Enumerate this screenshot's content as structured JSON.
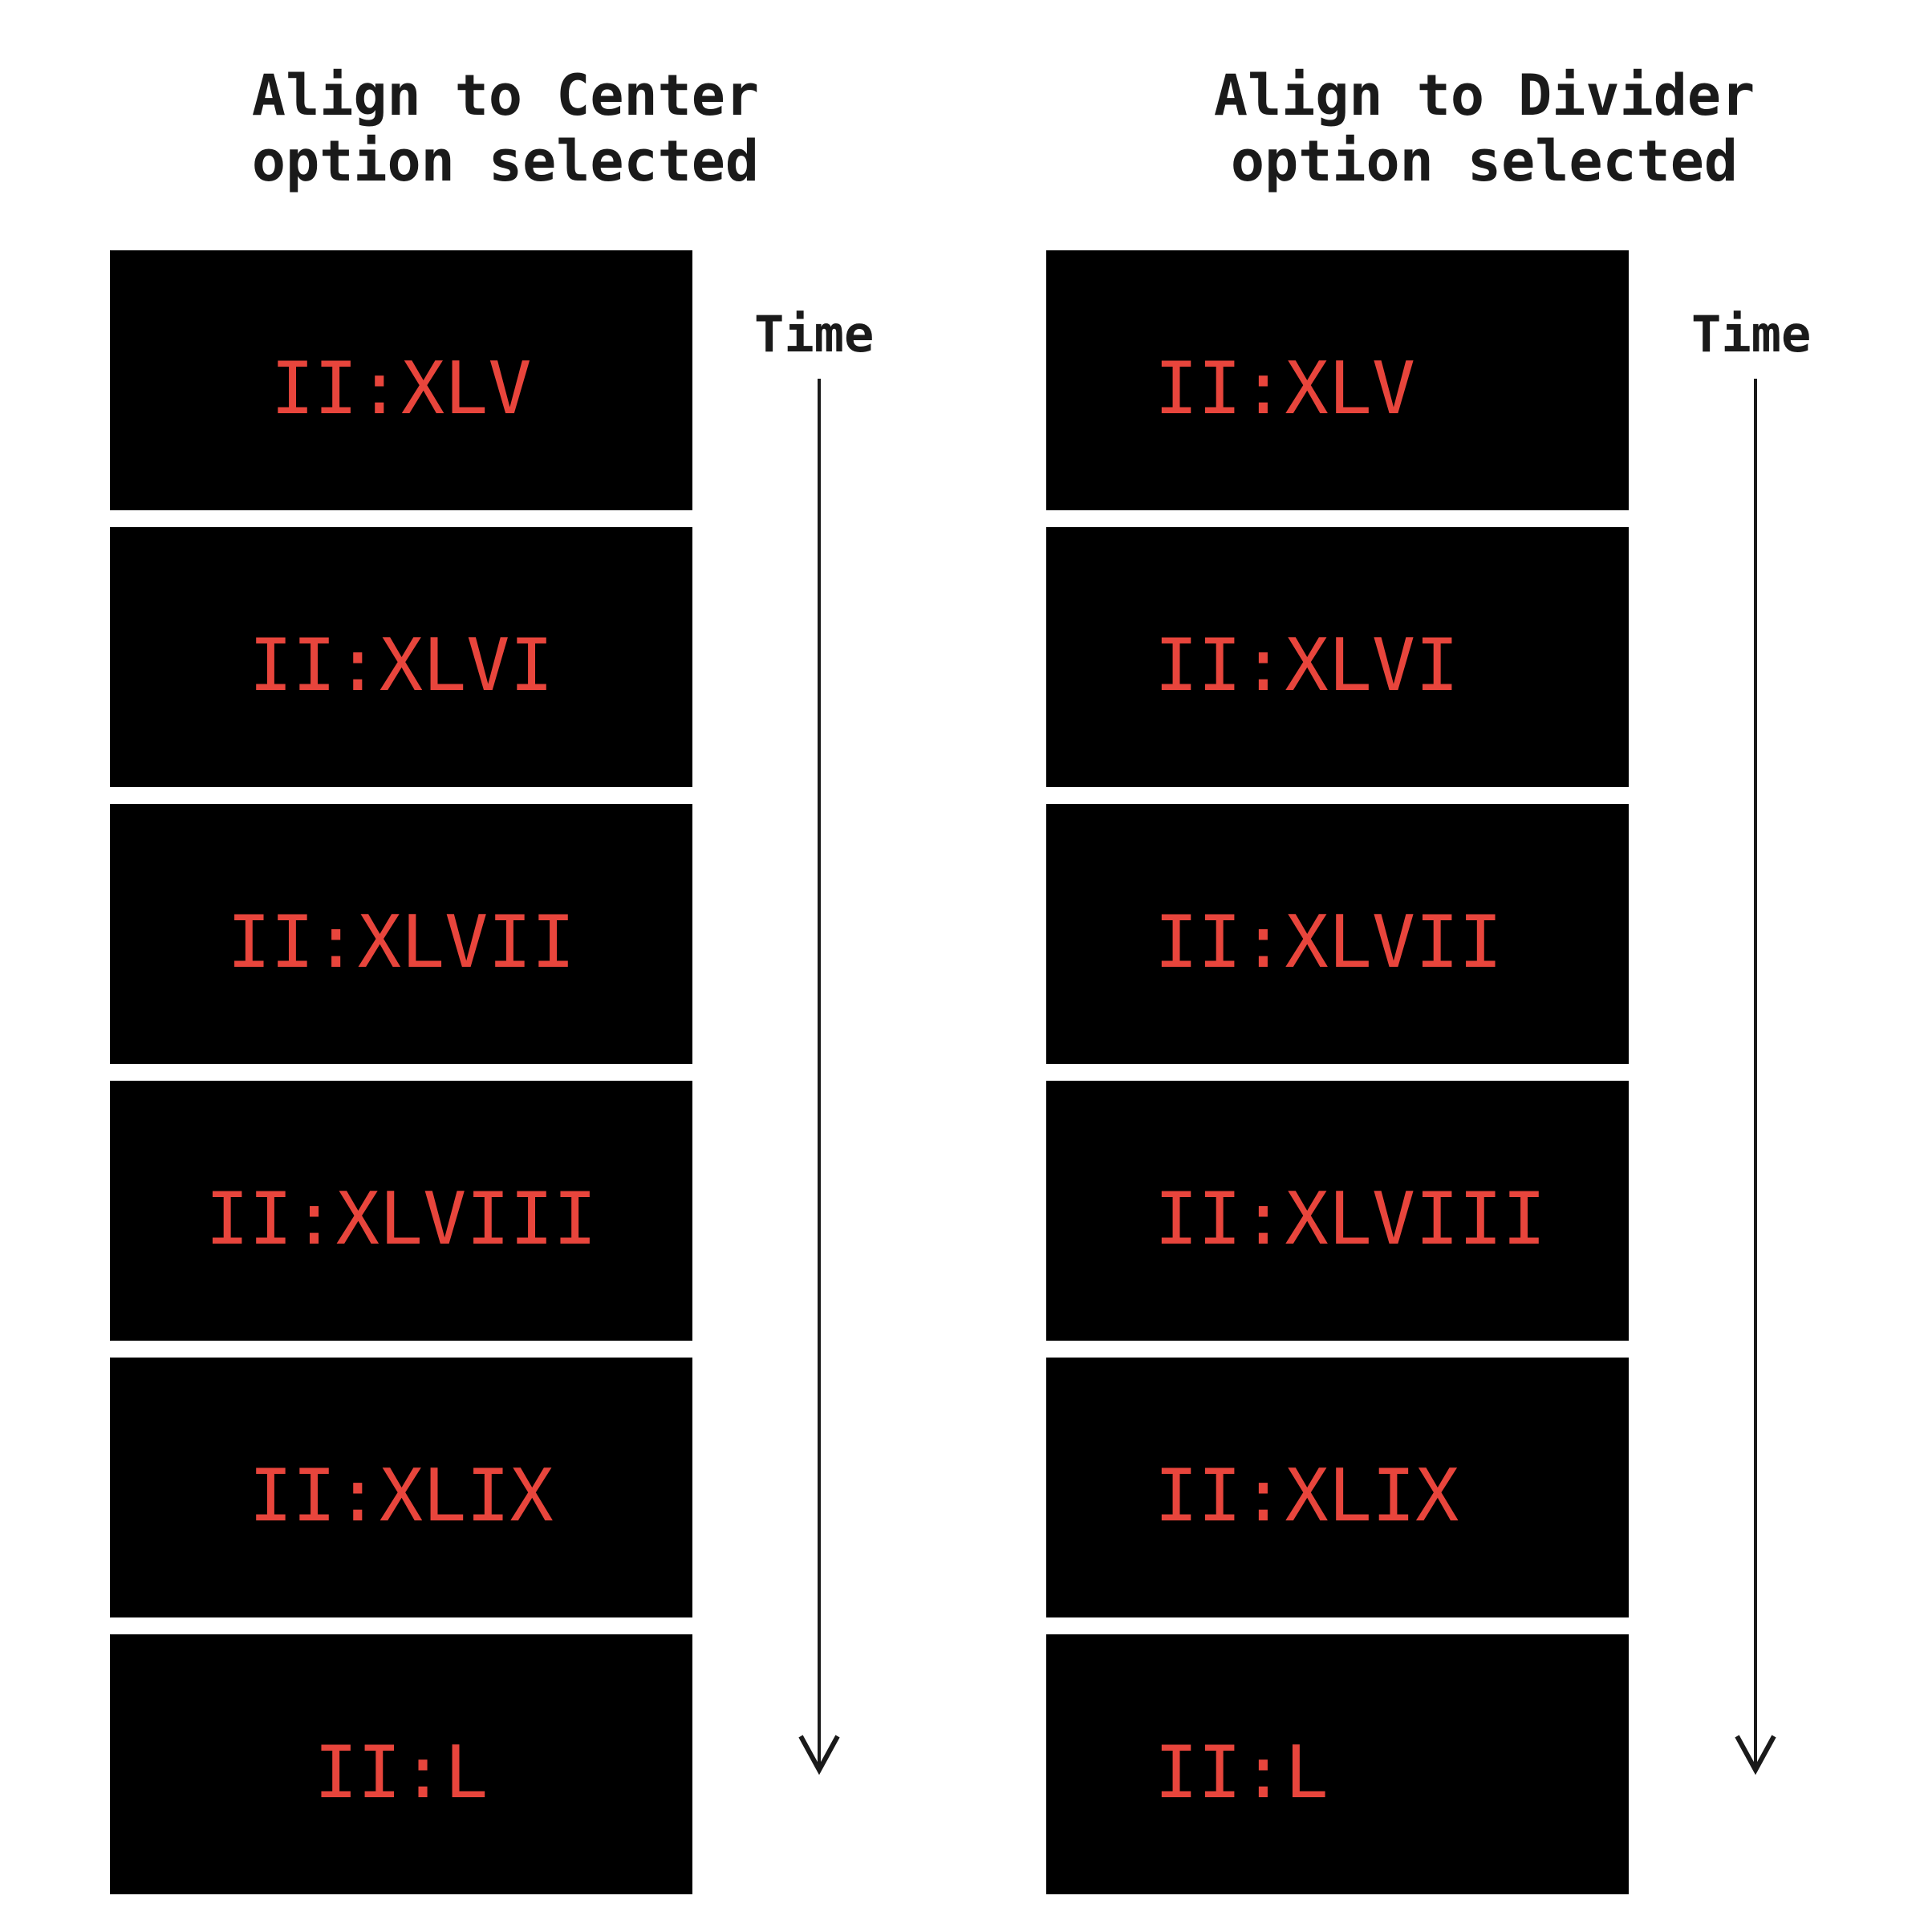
{
  "colors": {
    "background": "#ffffff",
    "frame": "#000000",
    "frame_text": "#e8453c",
    "label": "#1a1a1a"
  },
  "panels": [
    {
      "heading_line1": "Align to Center",
      "heading_line2": "option selected",
      "time_label": "Time",
      "frames": [
        "II:XLV",
        "II:XLVI",
        "II:XLVII",
        "II:XLVIII",
        "II:XLIX",
        "II:L"
      ]
    },
    {
      "heading_line1": "Align to Divider",
      "heading_line2": "option selected",
      "time_label": "Time",
      "frames": [
        "II:XLV",
        "II:XLVI",
        "II:XLVII",
        "II:XLVIII",
        "II:XLIX",
        "II:L"
      ]
    }
  ]
}
